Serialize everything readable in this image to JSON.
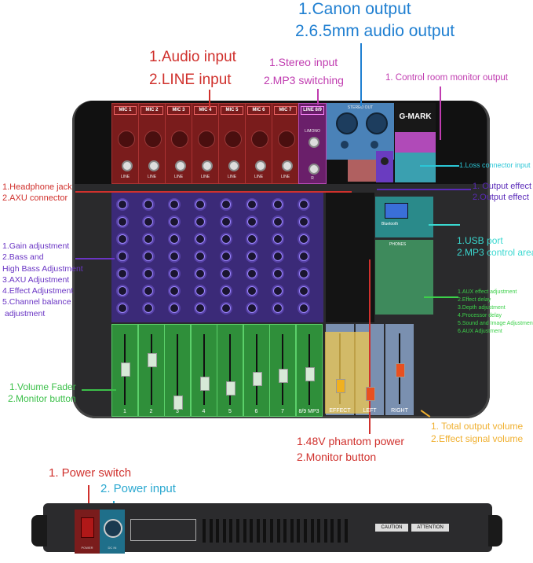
{
  "annotations": {
    "canon_output": {
      "line1": "1.Canon output",
      "line2": "2.6.5mm audio output",
      "color": "#1f7fd1"
    },
    "audio_input": {
      "line1": "1.Audio input",
      "line2": "2.LINE input",
      "color": "#d0312d"
    },
    "stereo_input": {
      "line1": "1.Stereo input",
      "line2": "2.MP3 switching",
      "color": "#c03cb0"
    },
    "control_room": {
      "line1": "1. Control room monitor output",
      "color": "#c03cb0"
    },
    "headphone": {
      "line1": "1.Headphone jack",
      "line2": "2.AXU connector",
      "color": "#d0312d"
    },
    "gain": {
      "items": [
        "1.Gain adjustment",
        "2.Bass and",
        "High Bass Adjustment",
        "3.AXU Adjustment",
        "4.Effect Adjustment",
        "5.Channel balance",
        " adjustment"
      ],
      "color": "#6a35c4"
    },
    "volume_fader": {
      "line1": "1.Volume Fader",
      "line2": "2.Monitor button",
      "color": "#3cc04a"
    },
    "loss_connector": {
      "line1": "1.Loss connector input",
      "color": "#2bc6d6"
    },
    "output_effect": {
      "line1": "1. Output effect",
      "line2": "2.Output effect",
      "color": "#5a2ab8"
    },
    "usb": {
      "line1": "1.USB port",
      "line2": "2.MP3 control area",
      "color": "#3ad8d0"
    },
    "effects": {
      "items": [
        "1.AUX effect adjustment",
        "2.Effect delay",
        "3.Depth adjustment",
        "4.Processor delay",
        "5.Sound and Image Adjustment",
        "6.AUX Adjustment"
      ],
      "color": "#3cd04a"
    },
    "phantom": {
      "line1": "1.48V phantom power",
      "line2": "2.Monitor button",
      "color": "#d0312d"
    },
    "total_output": {
      "line1": "1. Total output volume",
      "line2": "2.Effect signal volume",
      "color": "#f0b030"
    },
    "power_switch": {
      "line1": "1. Power switch",
      "color": "#d0312d"
    },
    "power_input": {
      "line1": "2. Power input",
      "color": "#2aa8d0"
    }
  },
  "device": {
    "brand": "G-MARK",
    "mic_channels": [
      "MIC 1",
      "MIC 2",
      "MIC 3",
      "MIC 4",
      "MIC 5",
      "MIC 6",
      "MIC 7"
    ],
    "line_label": "LINE",
    "line89": "LINE 8/9",
    "lmono": "L/MONO",
    "r": "R",
    "stereo_out": "STEREO OUT",
    "bluetooth": "Bluetooth",
    "phones": "PHONES",
    "fader_labels": [
      "1",
      "2",
      "3",
      "4",
      "5",
      "6",
      "7",
      "8/9 MP3"
    ],
    "master_labels": [
      "EFFECT",
      "LEFT",
      "RIGHT"
    ],
    "rear_caution": "CAUTION",
    "rear_attention": "ATTENTION",
    "rear_power": "POWER",
    "rear_dc": "DC IN"
  }
}
